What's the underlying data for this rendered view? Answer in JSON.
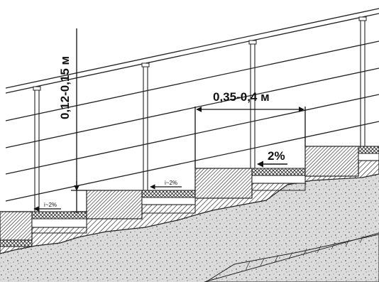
{
  "labels": {
    "riser_height": "0,12-0,15 м",
    "tread_width": "0,35-0,4 м",
    "slope_large": "2%",
    "slope_small_1": "i~2%",
    "slope_small_2": "i~2%"
  },
  "colors": {
    "line": "#222222",
    "paper": "#ffffff",
    "gravel": "#d9d9d9"
  }
}
